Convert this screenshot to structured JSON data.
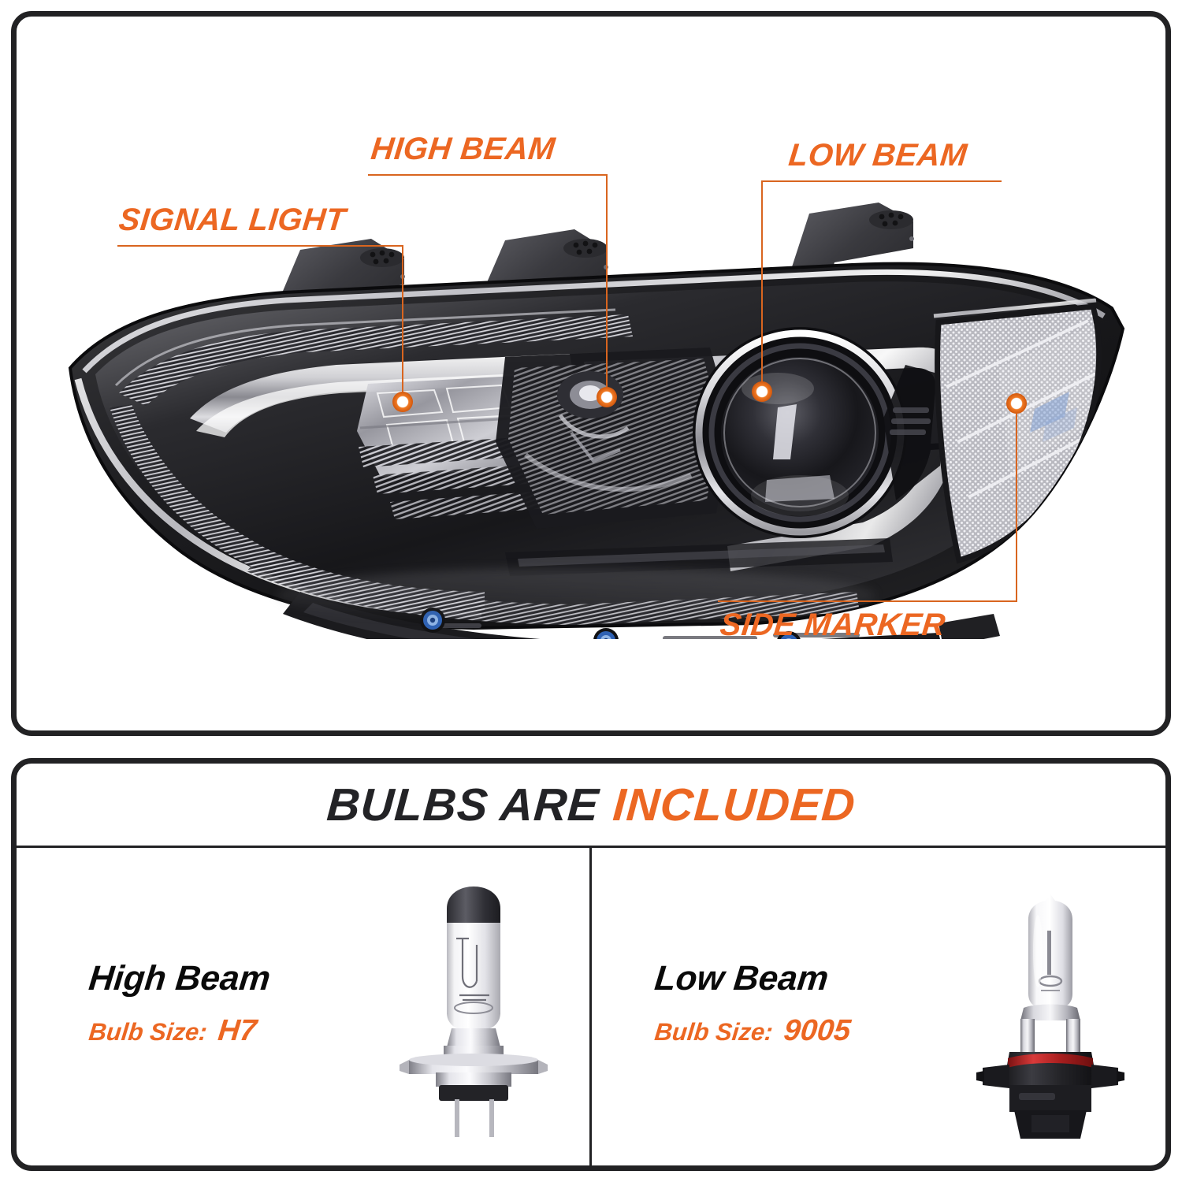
{
  "product": {
    "type": "headlight-assembly-infographic",
    "accent_color": "#ec6722",
    "frame_color": "#222224"
  },
  "callouts": [
    {
      "id": "signal-light",
      "label": "SIGNAL LIGHT"
    },
    {
      "id": "high-beam",
      "label": "HIGH BEAM"
    },
    {
      "id": "low-beam",
      "label": "LOW BEAM"
    },
    {
      "id": "side-marker",
      "label": "SIDE MARKER"
    }
  ],
  "bulbs_banner": {
    "prefix": "BULBS ARE",
    "highlight": "INCLUDED"
  },
  "bulbs": [
    {
      "id": "high-beam-bulb",
      "title": "High Beam",
      "size_label": "Bulb Size:",
      "size_value": "H7"
    },
    {
      "id": "low-beam-bulb",
      "title": "Low Beam",
      "size_label": "Bulb Size:",
      "size_value": "9005"
    }
  ]
}
